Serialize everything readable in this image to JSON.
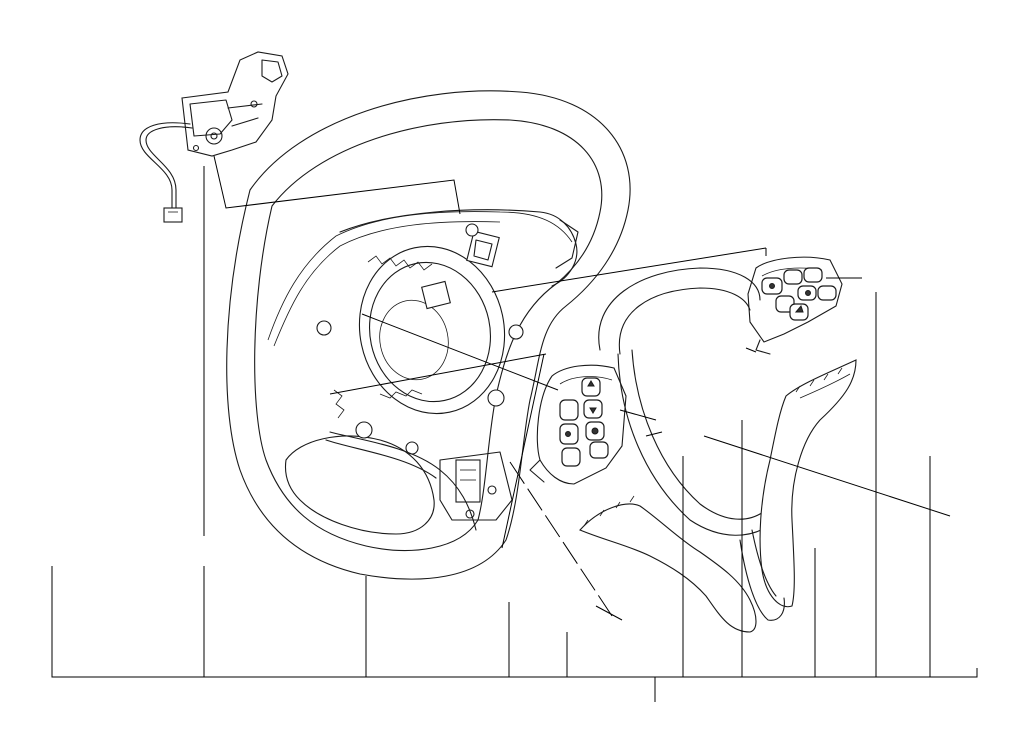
{
  "diagram": {
    "colors": {
      "line": "#1a1a1a",
      "background": "#ffffff"
    },
    "parts": [
      {
        "id": "control-module",
        "icon": "steering-control-module-with-cable"
      },
      {
        "id": "steering-wheel",
        "icon": "steering-wheel"
      },
      {
        "id": "left-switch-cover",
        "icon": "multifunction-switch-left"
      },
      {
        "id": "right-switch-cover",
        "icon": "multifunction-switch-right"
      },
      {
        "id": "trim-cover",
        "icon": "steering-wheel-trim-cover"
      }
    ]
  }
}
